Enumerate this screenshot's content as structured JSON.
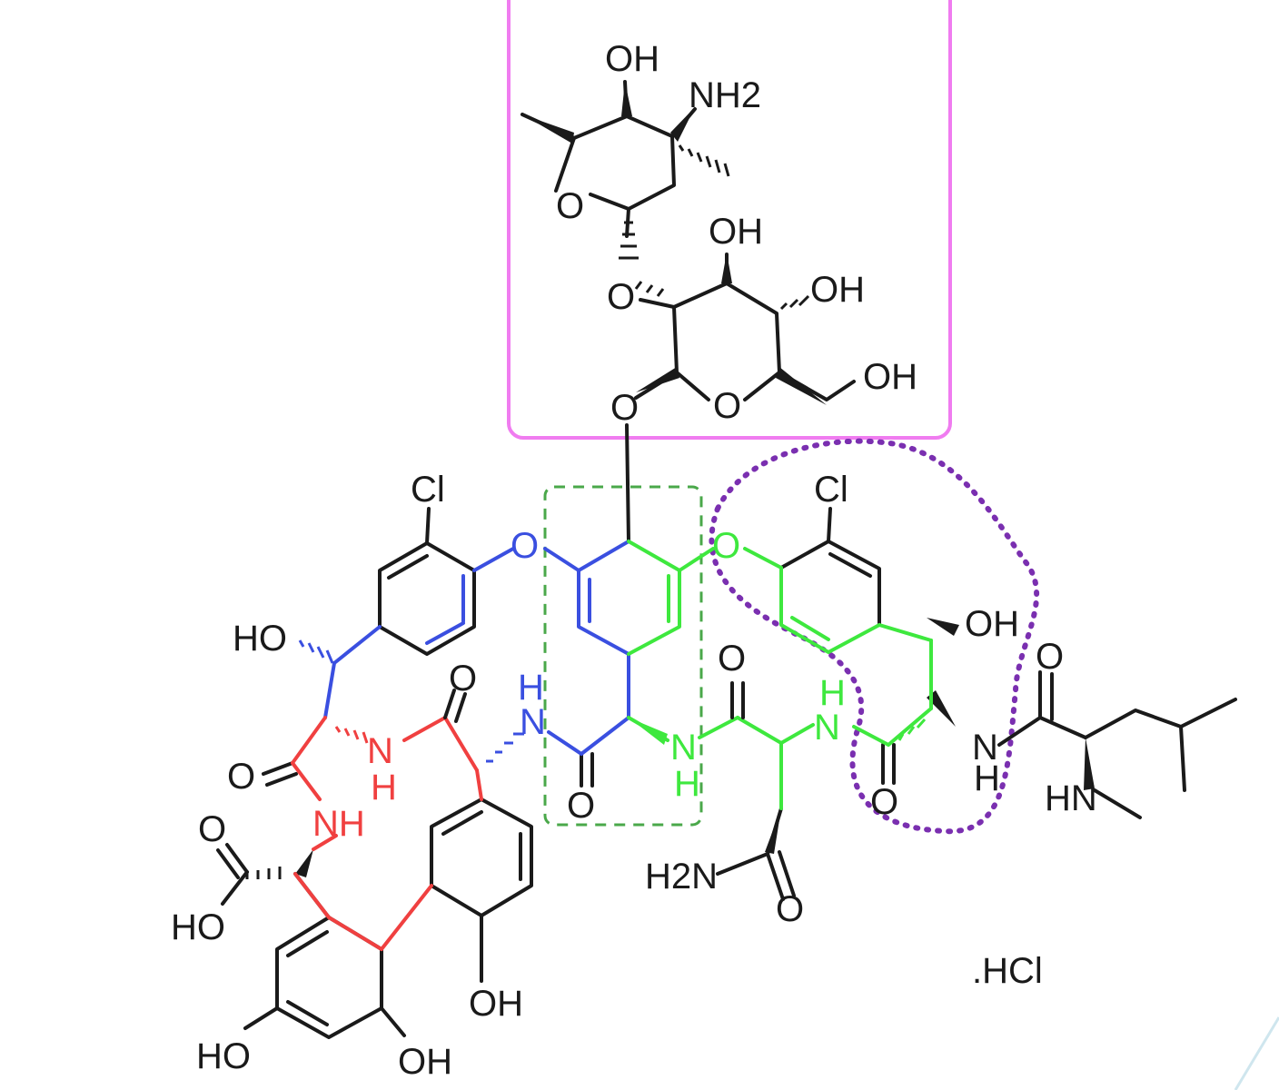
{
  "colors": {
    "black": "#1a1a1a",
    "blue": "#3a4fe0",
    "red": "#f04040",
    "green": "#3ee83e",
    "magenta_box": "#f07cf0",
    "dashed_box": "#4aa84a",
    "dotted_region": "#7a2fb0"
  },
  "labels": {
    "oh_sugar2_top": "OH",
    "nh2_sugar2": "NH2",
    "o_ring_sugar2": "O",
    "o_link": "O",
    "oh_glc_top": "OH",
    "oh_glc_right": "OH",
    "oh_glc_ch2": "OH",
    "o_ring_glc": "O",
    "o_anomeric": "O",
    "cl_left": "Cl",
    "o_ether_left": "O",
    "o_ether_right": "O",
    "cl_right": "Cl",
    "ho_left": "HO",
    "oh_right": "OH",
    "o_amide_1": "O",
    "h_amide_top": "H",
    "n_amide_top": "N",
    "n_amide_red": "N",
    "h_amide_red": "H",
    "o_carbonyl_left": "O",
    "nh_red": "NH",
    "o_carbonyl_mid": "O",
    "n_green_mid": "N",
    "h_green_mid": "H",
    "o_amide_top2": "O",
    "h_green_top": "H",
    "n_green_top": "N",
    "o_carbonyl_right": "O",
    "n_right": "N",
    "h_right": "H",
    "o_leu": "O",
    "hn_methyl": "HN",
    "h2n_asn": "H2N",
    "o_asn": "O",
    "o_acid": "O",
    "ho_acid": "HO",
    "oh_bottom_mid": "OH",
    "ho_bottom_left": "HO",
    "oh_bottom": "OH",
    "hcl": ".HCl"
  }
}
